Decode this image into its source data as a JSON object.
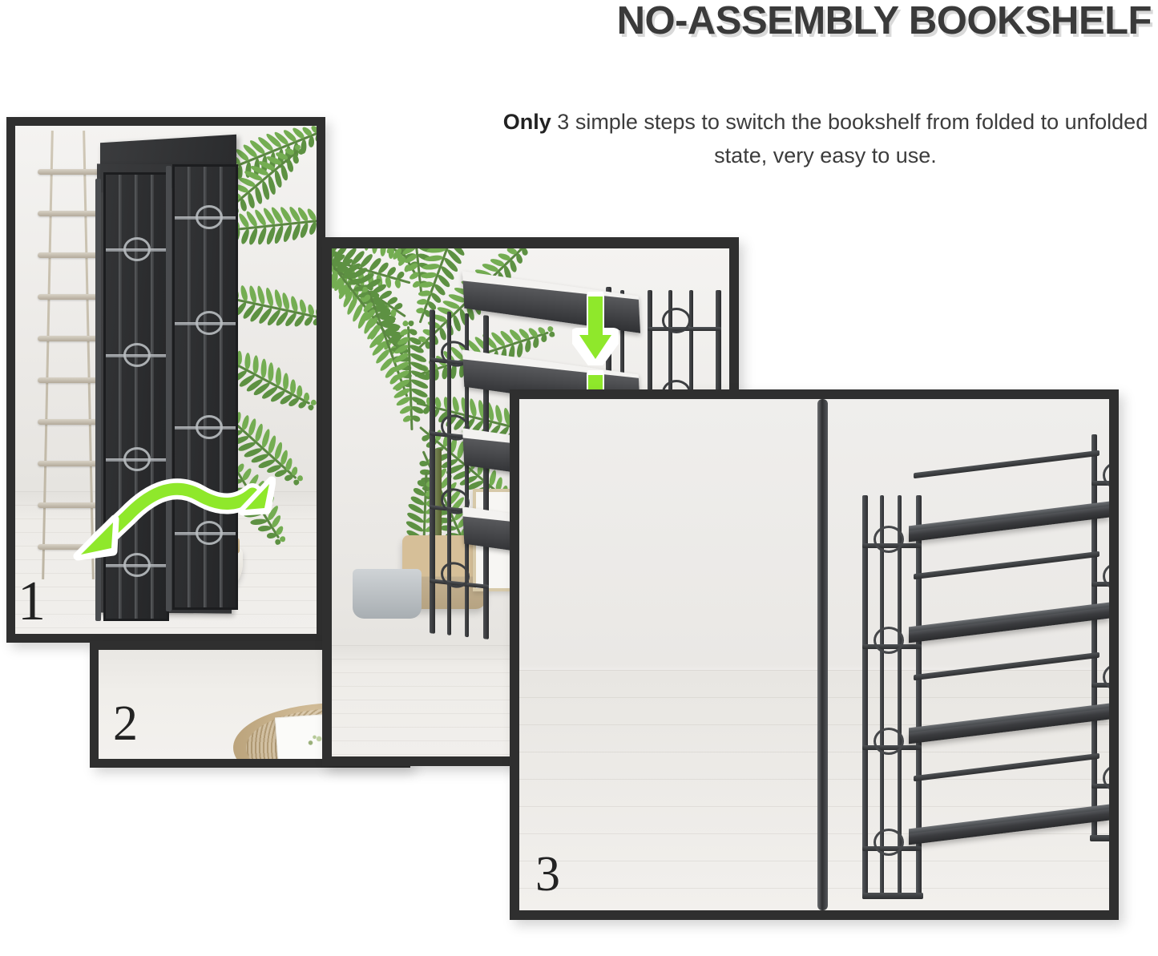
{
  "header": {
    "title": "NO-ASSEMBLY BOOKSHELF",
    "subtitle_bold": "Only",
    "subtitle_rest": " 3 simple steps to switch the bookshelf from folded to unfolded state, very easy to use."
  },
  "colors": {
    "title_text": "#3a3a3a",
    "title_shadow": "#d9d9d9",
    "subtitle_text": "#3c3c3c",
    "panel_frame": "#2f2f2f",
    "arrow_green": "#8fe82b",
    "arrow_outline": "#ffffff",
    "shelf_metal": "#2f3033",
    "wall": "#eceae7",
    "floor": "#f1efec",
    "page_background": "#ffffff"
  },
  "steps": [
    {
      "number": "1",
      "name": "folded-state",
      "caption": "Folded bookshelf leaning against wall",
      "arrow": {
        "type": "double-headed-wavy-arrow",
        "direction": "left-and-right",
        "meaning": "unfold the two halves"
      },
      "scene_items": [
        "rope-ladder-wall-decor",
        "folded-metal-bookshelf",
        "palm-plant",
        "woven-basket-planter"
      ]
    },
    {
      "number": "2",
      "name": "shelves-fold-down",
      "caption": "Open frame with shelves folding down",
      "arrow": {
        "type": "down-arrow",
        "count": 4,
        "meaning": "press shelves down into place"
      },
      "scene_items": [
        "palm-plant",
        "basket-planter",
        "jute-round-rug",
        "floral-ceramic-plate",
        "unfolded-frame-with-tilted-shelves"
      ]
    },
    {
      "number": "3",
      "name": "assembled-state",
      "caption": "Fully set-up 4-tier bookshelf",
      "scene_items": [
        "assembled-4-tier-bookshelf",
        "wood-plank-floor"
      ]
    }
  ],
  "product": {
    "tiers": 4,
    "material": "metal",
    "finish": "black"
  }
}
